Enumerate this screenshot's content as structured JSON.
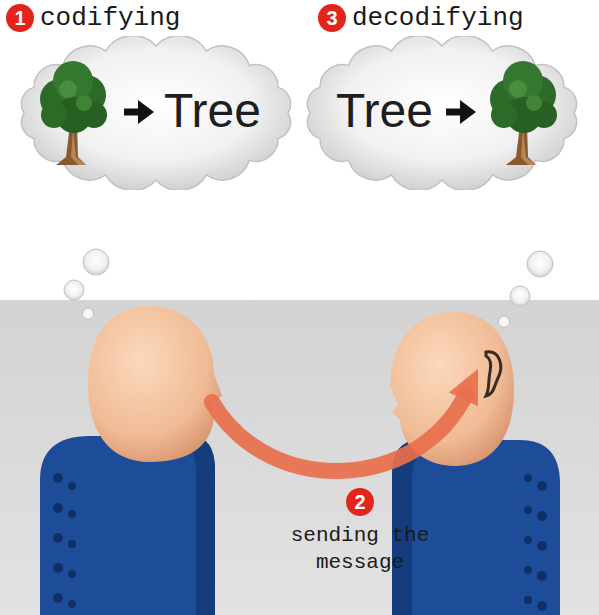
{
  "diagram": {
    "nodes": [
      {
        "text": [
          "Tree"
        ]
      },
      {
        "text": [
          "Tree"
        ]
      }
    ],
    "labels": [
      "1",
      "codifying",
      "3",
      "decodifying",
      "2",
      "sending the message"
    ]
  }
}
